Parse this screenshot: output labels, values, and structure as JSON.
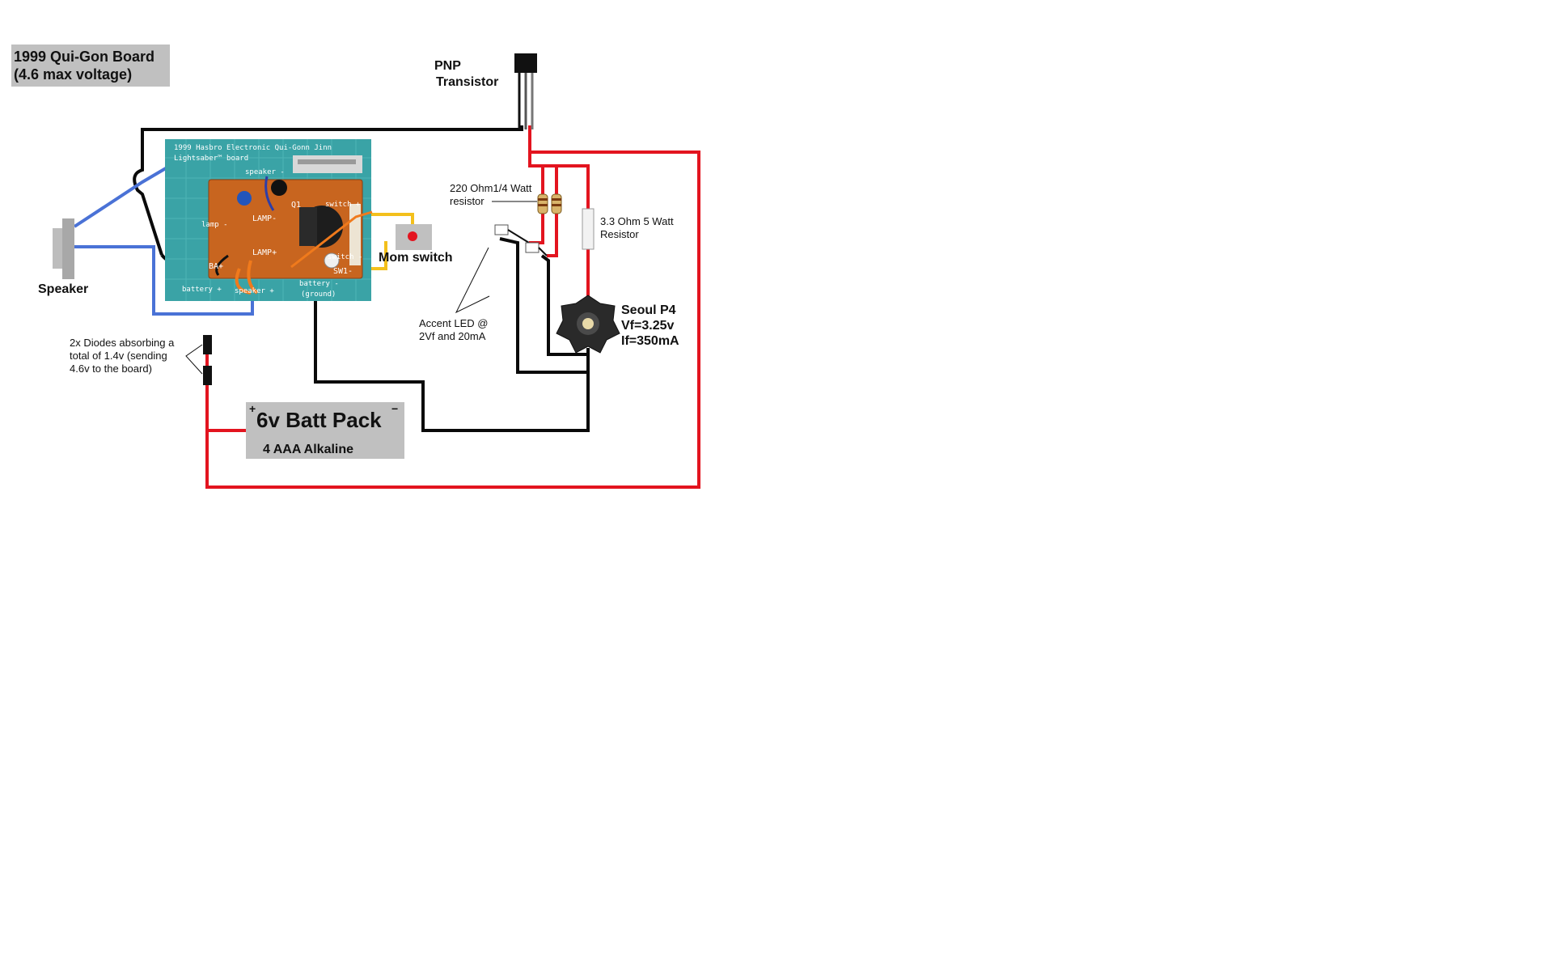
{
  "title": {
    "line1": "1999 Qui-Gon Board",
    "line2": "(4.6 max voltage)"
  },
  "transistor": {
    "line1": "PNP",
    "line2": "Transistor"
  },
  "resistor_220": {
    "line1": "220 Ohm1/4 Watt",
    "line2": "resistor"
  },
  "resistor_33": {
    "line1": "3.3 Ohm 5 Watt",
    "line2": "Resistor"
  },
  "accent_led": {
    "line1": "Accent LED @",
    "line2": "2Vf and 20mA"
  },
  "seoul_led": {
    "line1": "Seoul P4",
    "line2": "Vf=3.25v",
    "line3": "If=350mA"
  },
  "speaker_label": "Speaker",
  "mom_switch_label": "Mom switch",
  "diodes": {
    "line1": "2x Diodes absorbing a",
    "line2": "total of 1.4v (sending",
    "line3": "4.6v to the board)"
  },
  "battery": {
    "title": "6v Batt Pack",
    "subtitle": "4 AAA Alkaline",
    "plus": "+",
    "minus": "−"
  },
  "board": {
    "header1": "1999 Hasbro Electronic Qui-Gonn Jinn",
    "header2": "Lightsaber™ board",
    "speaker_top": "speaker -",
    "lamp_plus": "LAMP-",
    "lamp": "lamp -",
    "lamp_plus2": "LAMP+",
    "switch_plus": "switch +",
    "switch_minus": "switch -",
    "battery_plus": "battery +",
    "speaker_plus": "speaker +",
    "battery_minus": "battery -",
    "ground": "(ground)",
    "silk_q1": "Q1",
    "silk_ba": "BA+",
    "silk_sw": "SW1-"
  },
  "colors": {
    "wire_red": "#e3141f",
    "wire_black": "#0a0a0a",
    "wire_blue": "#4a72d6",
    "wire_yellow": "#f3c01c",
    "wire_orange": "#f07a1c",
    "label_box": "#c0c0c0",
    "pcb_bg": "#3aa3a6",
    "pcb_board": "#c8651f"
  },
  "icons": [
    "speaker-icon",
    "transistor-icon",
    "resistor-icon",
    "led-icon",
    "star-led-icon",
    "switch-icon",
    "diode-icon",
    "battery-icon"
  ]
}
